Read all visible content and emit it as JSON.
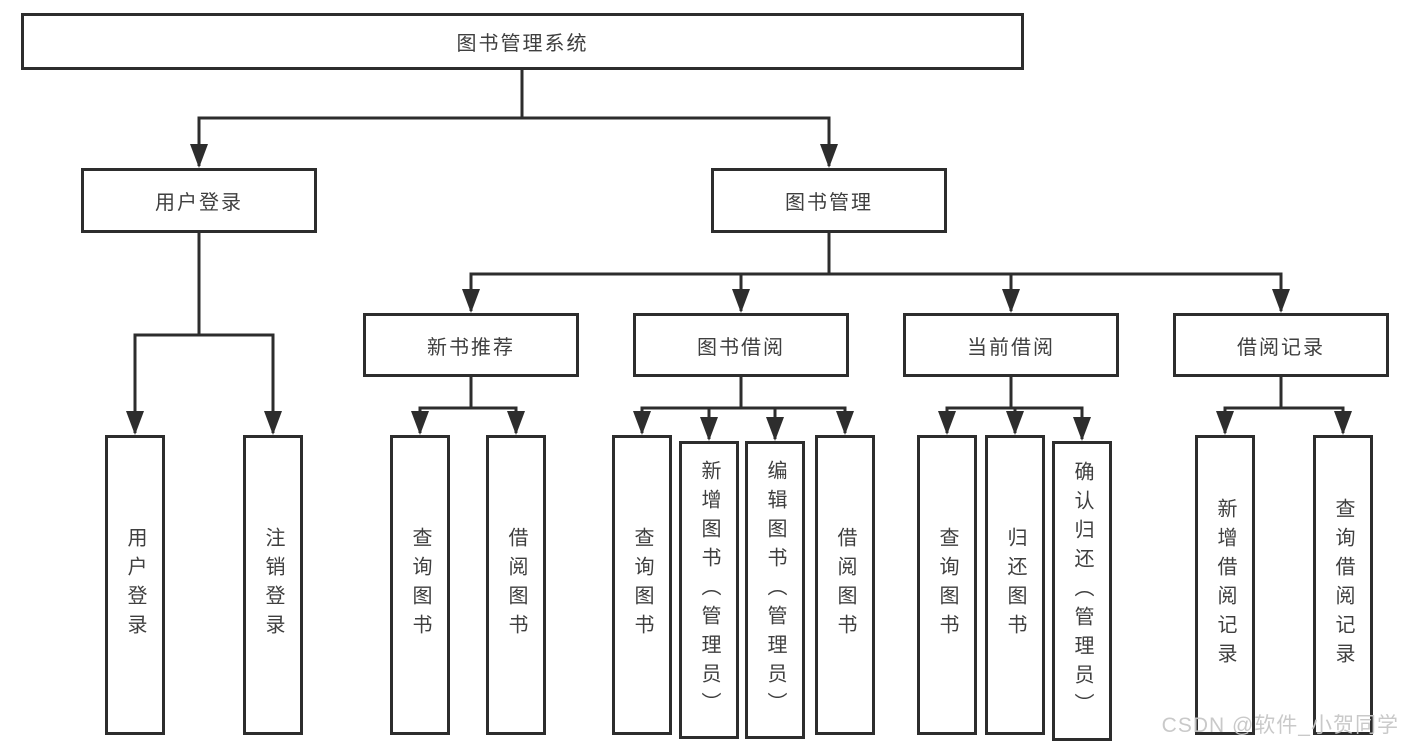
{
  "diagram_title": "图书管理系统",
  "watermark": "CSDN @软件_小贺同学",
  "colors": {
    "line": "#2d2d2d",
    "box_border": "#2d2d2d",
    "text": "#3f3f3f",
    "watermark": "#c7c7c7",
    "background": "#ffffff"
  },
  "tree": {
    "label": "图书管理系统",
    "children": [
      {
        "label": "用户登录",
        "children": [
          {
            "label": "用户登录"
          },
          {
            "label": "注销登录"
          }
        ]
      },
      {
        "label": "图书管理",
        "children": [
          {
            "label": "新书推荐",
            "children": [
              {
                "label": "查询图书"
              },
              {
                "label": "借阅图书"
              }
            ]
          },
          {
            "label": "图书借阅",
            "children": [
              {
                "label": "查询图书"
              },
              {
                "label": "新增图书（管理员）"
              },
              {
                "label": "编辑图书（管理员）"
              },
              {
                "label": "借阅图书"
              }
            ]
          },
          {
            "label": "当前借阅",
            "children": [
              {
                "label": "查询图书"
              },
              {
                "label": "归还图书"
              },
              {
                "label": "确认归还（管理员）"
              }
            ]
          },
          {
            "label": "借阅记录",
            "children": [
              {
                "label": "新增借阅记录"
              },
              {
                "label": "查询借阅记录"
              }
            ]
          }
        ]
      }
    ]
  }
}
